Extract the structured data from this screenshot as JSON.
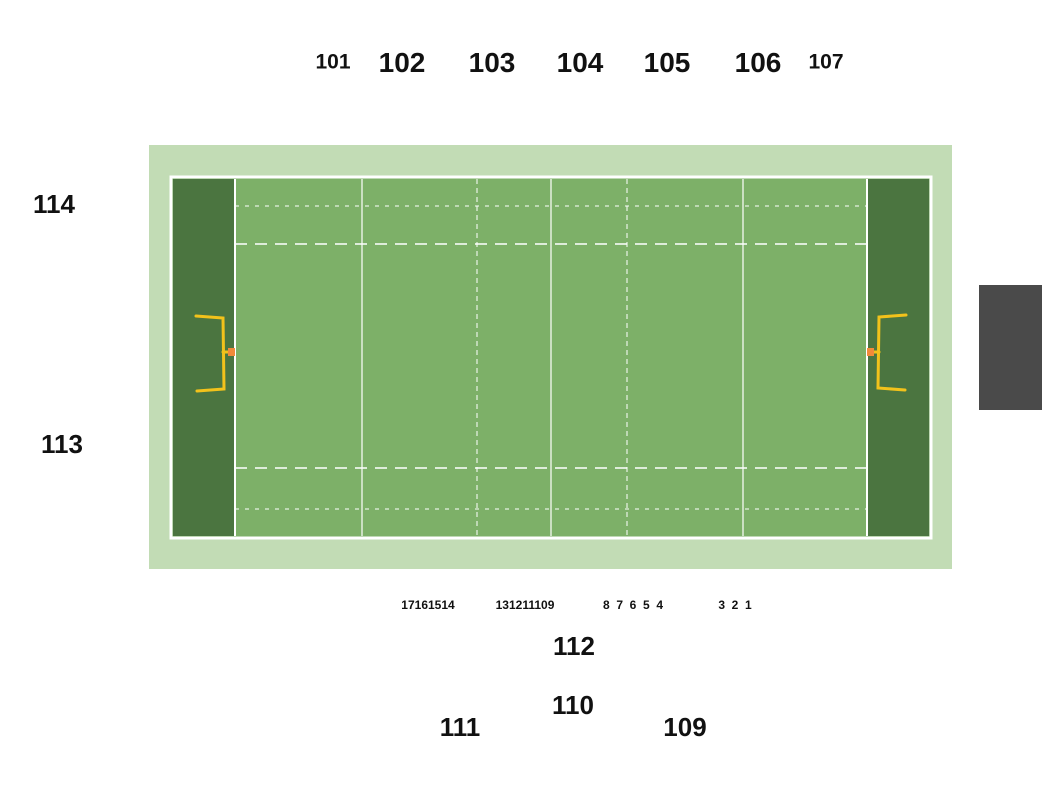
{
  "sections_top": [
    {
      "id": "101",
      "label": "101"
    },
    {
      "id": "102",
      "label": "102"
    },
    {
      "id": "103",
      "label": "103"
    },
    {
      "id": "104",
      "label": "104"
    },
    {
      "id": "105",
      "label": "105"
    },
    {
      "id": "106",
      "label": "106"
    },
    {
      "id": "107",
      "label": "107"
    }
  ],
  "sections_left": [
    {
      "id": "114",
      "label": "114"
    },
    {
      "id": "113",
      "label": "113"
    }
  ],
  "sections_bottom": [
    {
      "id": "112",
      "label": "112"
    },
    {
      "id": "110",
      "label": "110"
    },
    {
      "id": "111",
      "label": "111"
    },
    {
      "id": "109",
      "label": "109"
    }
  ],
  "suites_row": [
    {
      "group": "17-14",
      "label": "17161514"
    },
    {
      "group": "13-9",
      "label": "131211109"
    },
    {
      "group": "8-4",
      "label": "8  7  6  5  4"
    },
    {
      "group": "3-1",
      "label": "3  2  1"
    }
  ],
  "colors": {
    "surround": "#c2dcb5",
    "playing_surface": "#7db068",
    "end_zone": "#4b7540",
    "lines": "#ffffff",
    "goal_posts": "#f2c21b",
    "post_pad": "#f28a3a",
    "scoreboard": "#4a4a4a"
  }
}
